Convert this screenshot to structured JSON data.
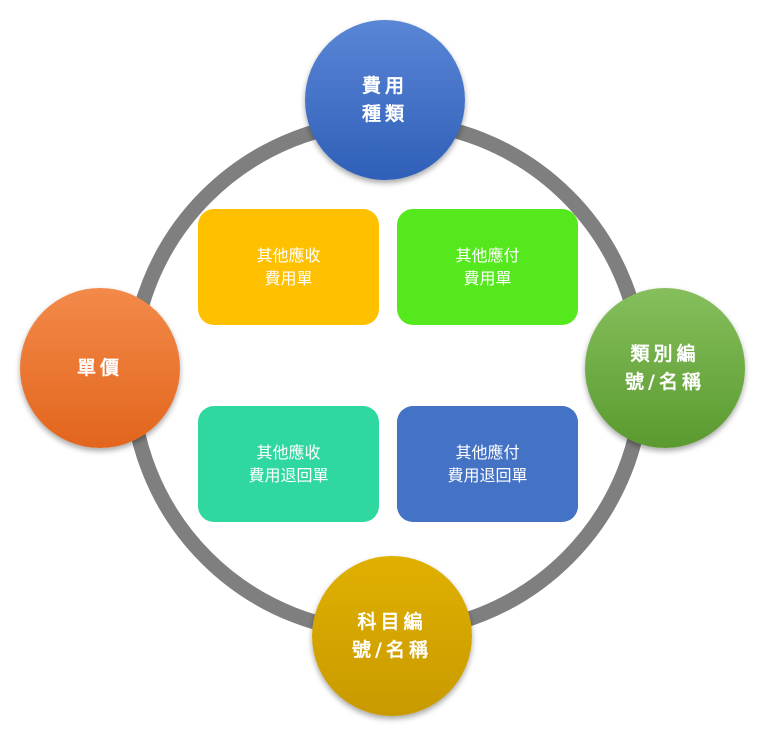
{
  "nodes": {
    "top": "費用\n種類",
    "right": "類別編\n號/名稱",
    "bottom": "科目編\n號/名稱",
    "left": "單價"
  },
  "boxes": {
    "tl": "其他應收\n費用單",
    "tr": "其他應付\n費用單",
    "bl": "其他應收\n費用退回單",
    "br": "其他應付\n費用退回單"
  },
  "colors": {
    "top": "#3f6fc8",
    "right": "#6aab3c",
    "bottom": "#d4a500",
    "left": "#ee7326",
    "tl": "#ffc000",
    "tr": "#55e81c",
    "bl": "#2fd8a0",
    "br": "#4472c4"
  }
}
